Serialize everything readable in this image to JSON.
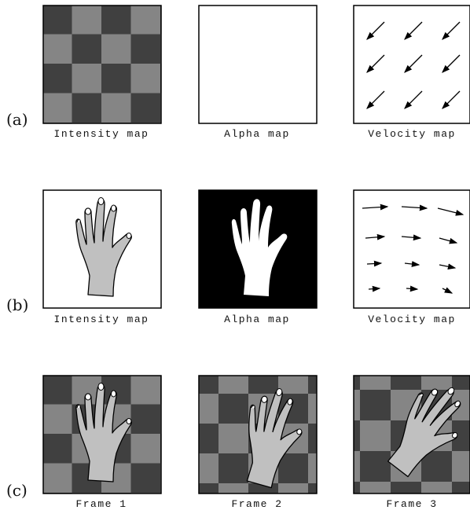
{
  "rows": [
    {
      "label": "(a)",
      "captions": [
        "Intensity map",
        "Alpha map",
        "Velocity map"
      ]
    },
    {
      "label": "(b)",
      "captions": [
        "Intensity map",
        "Alpha map",
        "Velocity map"
      ]
    },
    {
      "label": "(c)",
      "captions": [
        "Frame 1",
        "Frame 2",
        "Frame 3"
      ]
    }
  ],
  "colors": {
    "checker_dark": "#404040",
    "checker_light": "#858585",
    "hand_gray": "#c0c0c0",
    "border": "#000000"
  },
  "icons": {
    "velocity_field_a": "uniform-diagonal-arrows",
    "velocity_field_b": "rightward-arrows-decreasing"
  }
}
